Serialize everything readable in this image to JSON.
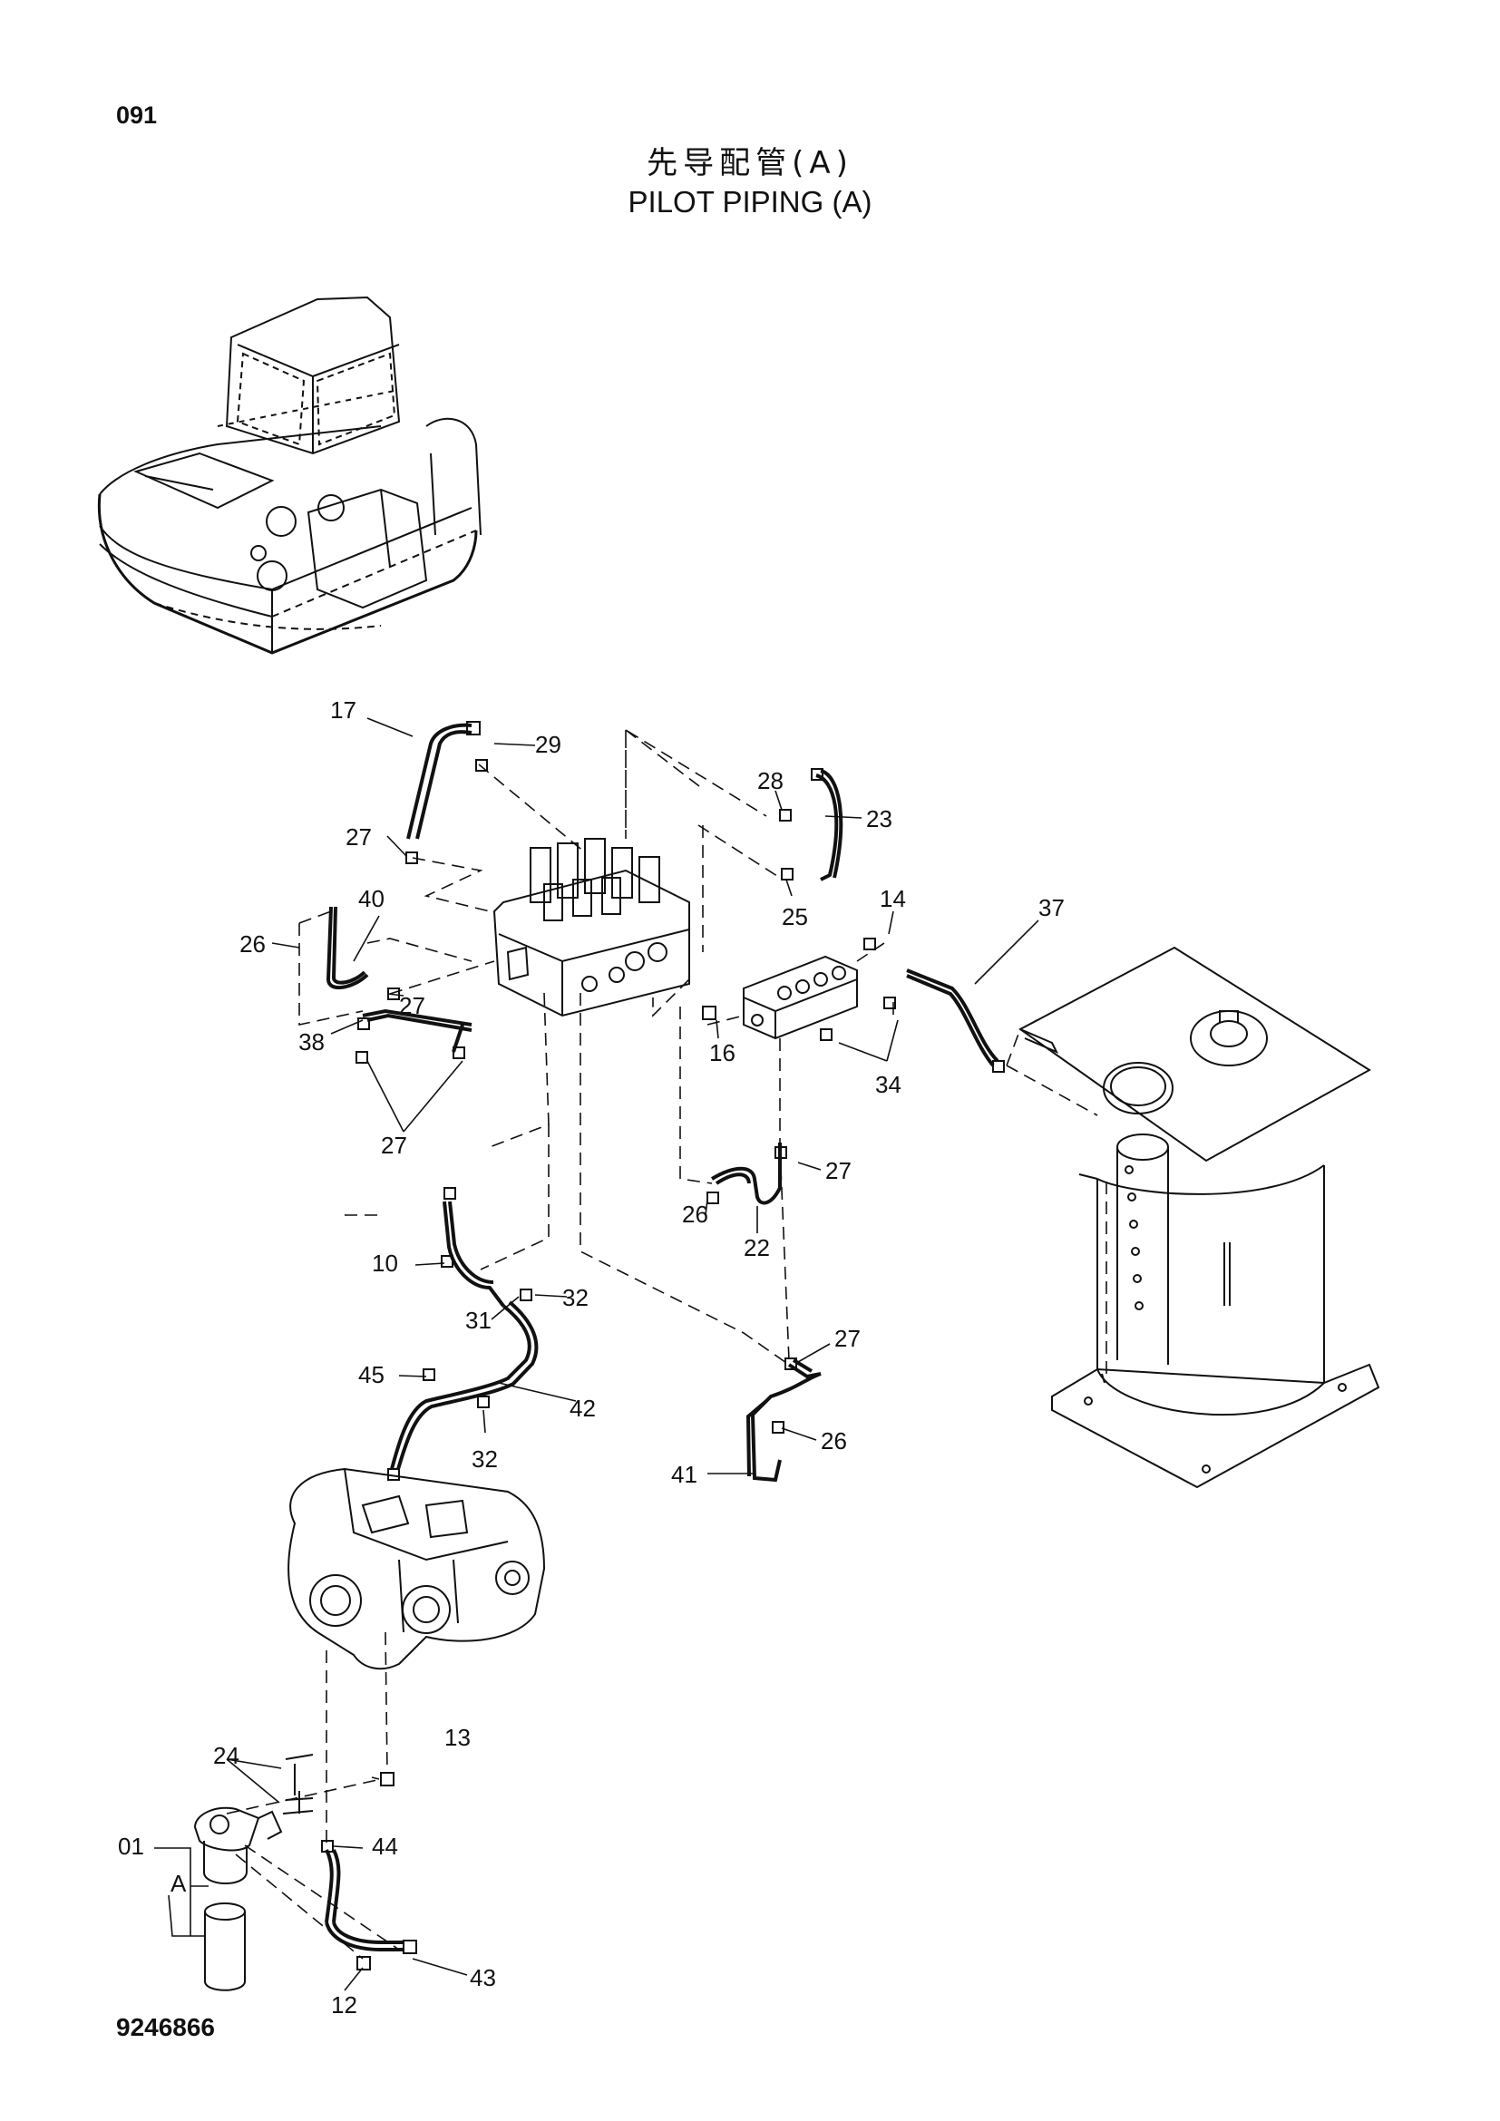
{
  "header": {
    "page_number": "091",
    "title_cn": "先导配管(A)",
    "title_en": "PILOT PIPING (A)"
  },
  "footer": {
    "drawing_number": "9246866"
  },
  "callouts": {
    "c17": "17",
    "c29": "29",
    "c28": "28",
    "c23": "23",
    "c27a": "27",
    "c40": "40",
    "c26a": "26",
    "c27b": "27",
    "c25": "25",
    "c14": "14",
    "c37": "37",
    "c38": "38",
    "c16": "16",
    "c34": "34",
    "c27c": "27",
    "c27d": "27",
    "c26b": "26",
    "c22": "22",
    "c10": "10",
    "c32a": "32",
    "c31": "31",
    "c27e": "27",
    "c45": "45",
    "c42": "42",
    "c26c": "26",
    "c32b": "32",
    "c41": "41",
    "c24": "24",
    "c13": "13",
    "c01": "01",
    "c44": "44",
    "cA": "A",
    "c43": "43",
    "c12": "12"
  }
}
